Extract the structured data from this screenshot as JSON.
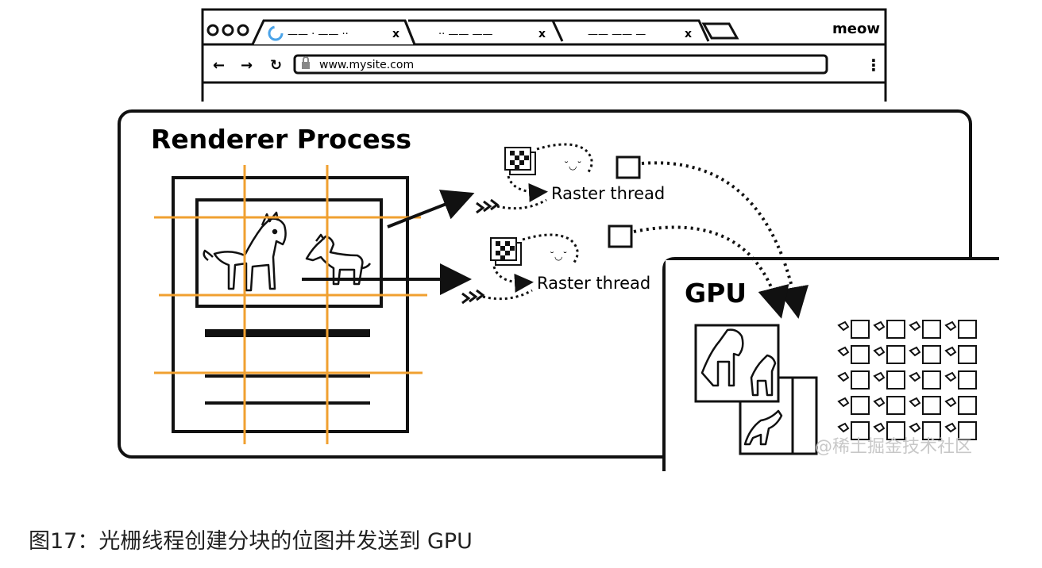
{
  "browser": {
    "title": "meow",
    "url": "www.mysite.com",
    "tabs": [
      {
        "label": "—— · —— ··",
        "close": "x"
      },
      {
        "label": "·· —— ——",
        "close": "x"
      },
      {
        "label": "—— ——  —",
        "close": "x"
      }
    ],
    "nav": {
      "back": "←",
      "forward": "→",
      "reload": "↻",
      "menu": "⋮"
    }
  },
  "renderer": {
    "title": "Renderer Process",
    "raster_threads": [
      {
        "label": "Raster thread"
      },
      {
        "label": "Raster thread"
      }
    ]
  },
  "gpu": {
    "title": "GPU"
  },
  "watermark": "@稀土掘金技术社区",
  "caption": "图17：光栅线程创建分块的位图并发送到 GPU",
  "colors": {
    "grid": "#f0a030",
    "ink": "#111111",
    "watermark": "#c8c8c8"
  }
}
